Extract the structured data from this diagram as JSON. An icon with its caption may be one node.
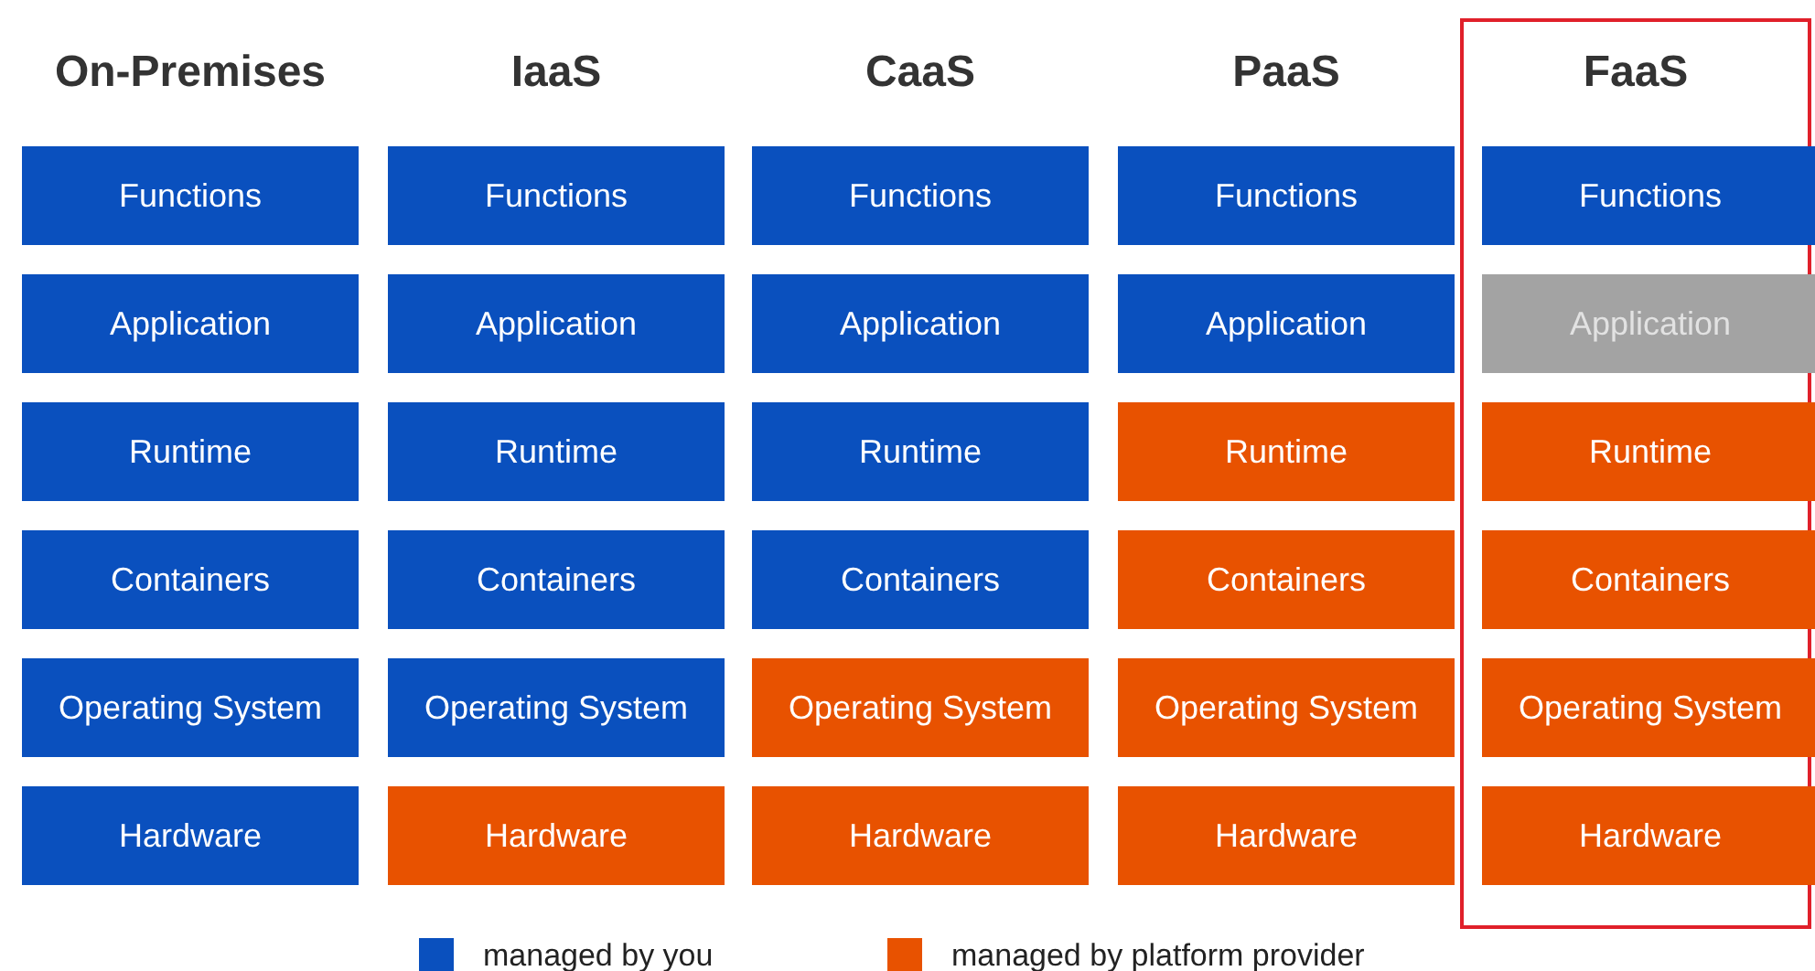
{
  "diagram": {
    "nodes": [
      {
        "text": [
          "Functions"
        ]
      },
      {
        "text": [
          "Application"
        ]
      },
      {
        "text": [
          "Runtime"
        ]
      },
      {
        "text": [
          "Containers"
        ]
      },
      {
        "text": [
          "Operating System"
        ]
      },
      {
        "text": [
          "Hardware"
        ]
      },
      {
        "text": [
          "Functions"
        ]
      },
      {
        "text": [
          "Application"
        ]
      },
      {
        "text": [
          "Runtime"
        ]
      },
      {
        "text": [
          "Containers"
        ]
      },
      {
        "text": [
          "Operating System"
        ]
      },
      {
        "text": [
          "Hardware"
        ]
      },
      {
        "text": [
          "Functions"
        ]
      },
      {
        "text": [
          "Application"
        ]
      },
      {
        "text": [
          "Runtime"
        ]
      },
      {
        "text": [
          "Containers"
        ]
      },
      {
        "text": [
          "Operating System"
        ]
      },
      {
        "text": [
          "Hardware"
        ]
      },
      {
        "text": [
          "Functions"
        ]
      },
      {
        "text": [
          "Application"
        ]
      },
      {
        "text": [
          "Runtime"
        ]
      },
      {
        "text": [
          "Containers"
        ]
      },
      {
        "text": [
          "Operating System"
        ]
      },
      {
        "text": [
          "Hardware"
        ]
      },
      {
        "text": [
          "FaaS"
        ]
      },
      {
        "text": [
          "Functions"
        ],
        "in": 24
      },
      {
        "text": [
          "Application"
        ],
        "in": 24
      },
      {
        "text": [
          "Runtime"
        ],
        "in": 24
      },
      {
        "text": [
          "Containers"
        ],
        "in": 24
      },
      {
        "text": [
          "Operating System"
        ],
        "in": 24
      },
      {
        "text": [
          "Hardware"
        ],
        "in": 24
      }
    ],
    "labels": [
      "On-Premises",
      "IaaS",
      "CaaS",
      "PaaS"
    ],
    "legend": [
      {
        "text": "managed by you",
        "color": "#0a50be"
      },
      {
        "text": "managed by platform provider",
        "color": "#e85200"
      }
    ]
  }
}
